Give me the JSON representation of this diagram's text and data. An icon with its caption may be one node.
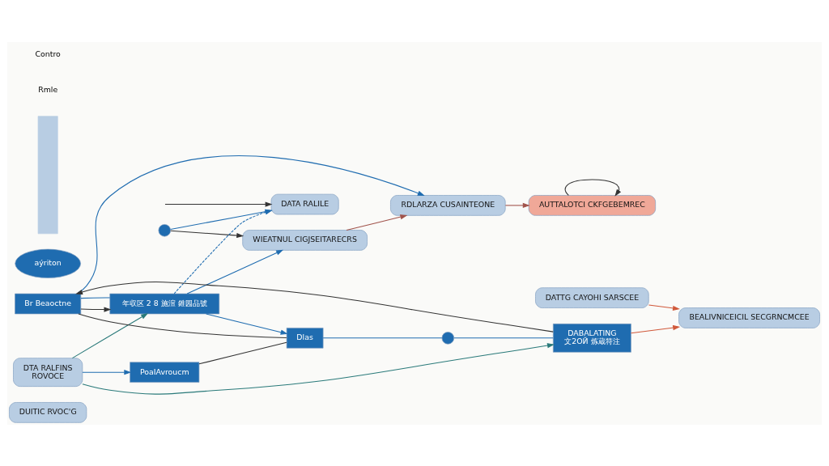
{
  "diagram": {
    "nodes": [
      {
        "text": [
          "DUITIC RVOC'G"
        ]
      },
      {
        "text": [
          "DATA RALILE"
        ]
      },
      {
        "text": [
          "aýriton"
        ]
      },
      {
        "text": [],
        "shape": "circle"
      },
      {
        "text": [
          "WIEATNUL CIGJSEITARECRS"
        ]
      },
      {
        "text": [],
        "shape": "bar"
      },
      {
        "text": [
          "DTA RALFINS",
          "ROVOCE"
        ]
      },
      {
        "text": [
          "年収区 2 8 施渲 錐园品號"
        ]
      },
      {
        "text": [
          "PoaIAvroucm"
        ]
      },
      {
        "text": [
          "Dlas"
        ]
      },
      {
        "text": [],
        "shape": "circle"
      },
      {
        "text": [
          "Br Beaoctne"
        ]
      },
      {
        "text": [
          "RDLARZA CUSAINTEONE"
        ]
      },
      {
        "text": [
          "DABALATING",
          "文2ОЙ 炼蔵符注"
        ]
      },
      {
        "text": [
          "AUTTALOTCI CKFGEBEMREC"
        ]
      },
      {
        "text": [
          "DATTG CAYOHI SARSCEE"
        ]
      },
      {
        "text": [
          "BEALIVNICEICIL SECGRNCMCEE"
        ]
      }
    ],
    "edges": [
      {
        "from": null,
        "to": 1,
        "arrow": "to",
        "color": "#333333"
      },
      {
        "from": 6,
        "to": 7,
        "arrow": "to",
        "color": "#2a7a7a"
      },
      {
        "from": 6,
        "to": 13,
        "arrow": "to",
        "color": "#2a7a7a"
      },
      {
        "from": 7,
        "to": 1,
        "arrow": "to",
        "style": "dashed",
        "color": "#1f6cb0"
      },
      {
        "from": 3,
        "to": 1,
        "arrow": "to",
        "color": "#1f6cb0"
      },
      {
        "from": 3,
        "to": 4,
        "arrow": "to",
        "color": "#333333"
      },
      {
        "from": 7,
        "to": 4,
        "arrow": "to",
        "color": "#1f6cb0"
      },
      {
        "from": 11,
        "to": 7,
        "arrow": "to",
        "color": "#333333"
      },
      {
        "from": 7,
        "to": 11,
        "arrow": "none",
        "color": "#1f6cb0"
      },
      {
        "from": 6,
        "to": 8,
        "arrow": "to",
        "color": "#1f6cb0"
      },
      {
        "from": 8,
        "to": 9,
        "arrow": "none",
        "color": "#333333"
      },
      {
        "from": 9,
        "to": 11,
        "arrow": "none",
        "color": "#333333"
      },
      {
        "from": 7,
        "to": 9,
        "arrow": "to",
        "color": "#1f6cb0"
      },
      {
        "from": 9,
        "to": 10,
        "arrow": "none",
        "color": "#1f6cb0"
      },
      {
        "from": 10,
        "to": 13,
        "arrow": "none",
        "color": "#1f6cb0"
      },
      {
        "from": 13,
        "to": 11,
        "arrow": "to",
        "color": "#333333"
      },
      {
        "from": 11,
        "to": 12,
        "arrow": "to",
        "color": "#1f6cb0"
      },
      {
        "from": 4,
        "to": 12,
        "arrow": "to",
        "color": "#a0524a"
      },
      {
        "from": 12,
        "to": 14,
        "arrow": "to",
        "color": "#a0524a"
      },
      {
        "from": 13,
        "to": 16,
        "arrow": "to",
        "color": "#d0583a"
      },
      {
        "from": 15,
        "to": 16,
        "arrow": "to",
        "color": "#d0583a"
      },
      {
        "from": 14,
        "to": 14,
        "arrow": "to",
        "color": "#333333"
      }
    ],
    "labels": [
      "Rmle",
      "Contro"
    ]
  }
}
